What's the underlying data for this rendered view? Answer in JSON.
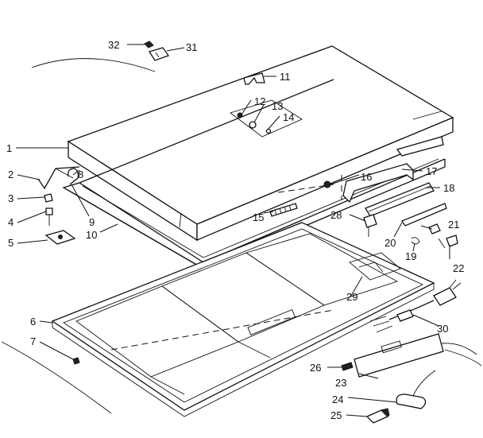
{
  "diagram": {
    "part_labels": [
      "1",
      "2",
      "3",
      "4",
      "5",
      "6",
      "7",
      "8",
      "9",
      "10",
      "11",
      "12",
      "13",
      "14",
      "15",
      "16",
      "17",
      "18",
      "19",
      "20",
      "21",
      "22",
      "23",
      "24",
      "25",
      "26",
      "28",
      "29",
      "30",
      "31",
      "32"
    ]
  }
}
